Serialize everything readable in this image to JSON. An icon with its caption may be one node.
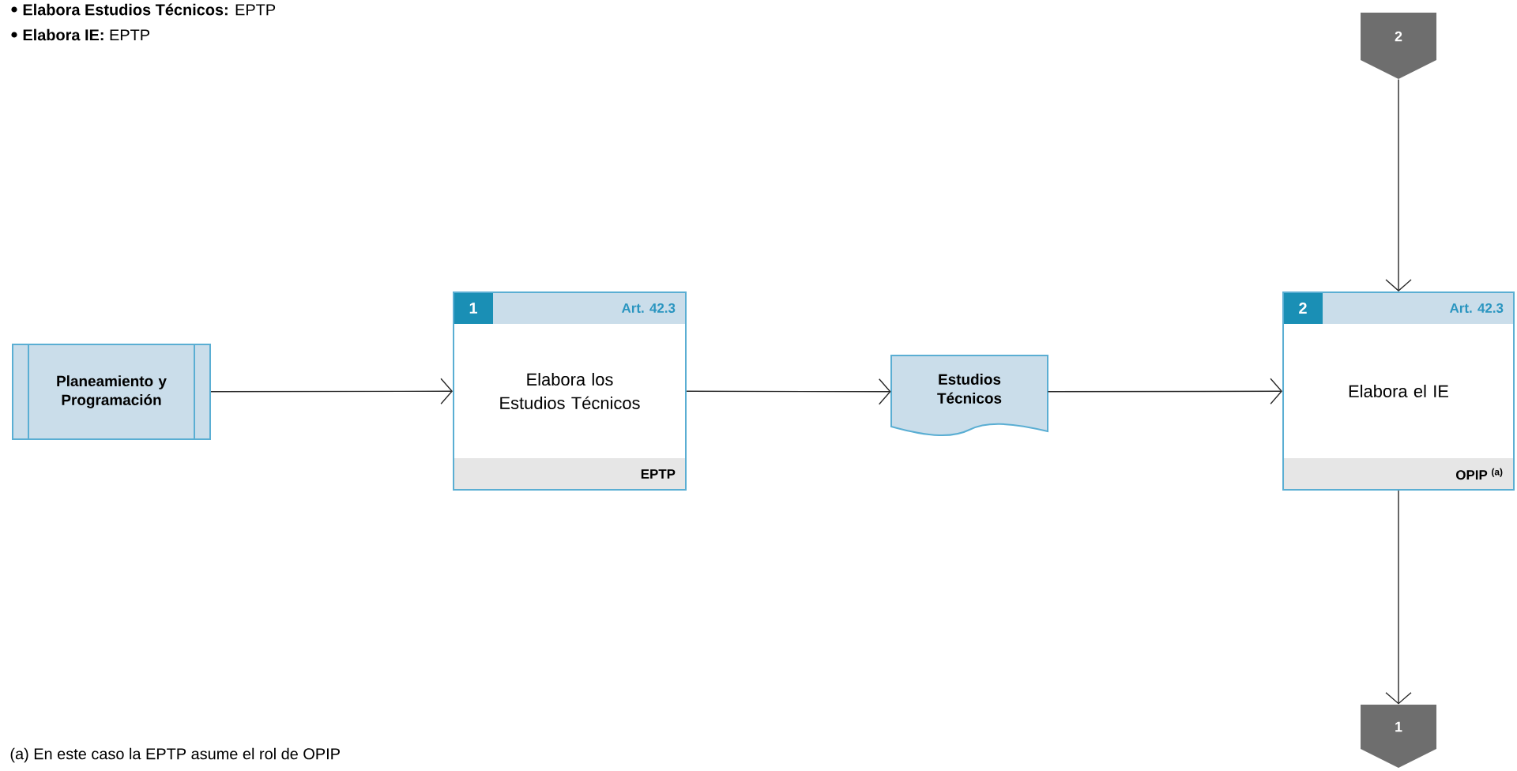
{
  "diagram": {
    "nodes": [
      {
        "text": [
          "Planeamiento y Programación"
        ]
      },
      {
        "text": [
          "1",
          "Art. 42.3",
          "Elabora los Estudios Técnicos",
          "EPTP"
        ]
      },
      {
        "text": [
          "Estudios Técnicos"
        ]
      },
      {
        "text": [
          "2"
        ]
      },
      {
        "text": [
          "2",
          "Art. 42.3",
          "Elabora el IE",
          "OPIP $^{(a)}$"
        ]
      },
      {
        "text": [
          "1"
        ]
      }
    ],
    "edges": [
      {
        "from": 0,
        "to": 1,
        "arrow": "to"
      },
      {
        "from": 1,
        "to": 2,
        "arrow": "to"
      },
      {
        "from": 2,
        "to": 4,
        "arrow": "to"
      },
      {
        "from": 3,
        "to": 4,
        "arrow": "to"
      },
      {
        "from": 4,
        "to": 5,
        "arrow": "to"
      }
    ],
    "labels": [
      "**Elabora Estudios Técnicos:** EPTP",
      "**Elabora IE:** EPTP",
      "(a) En este caso la EPTP asume el rol de OPIP"
    ]
  }
}
